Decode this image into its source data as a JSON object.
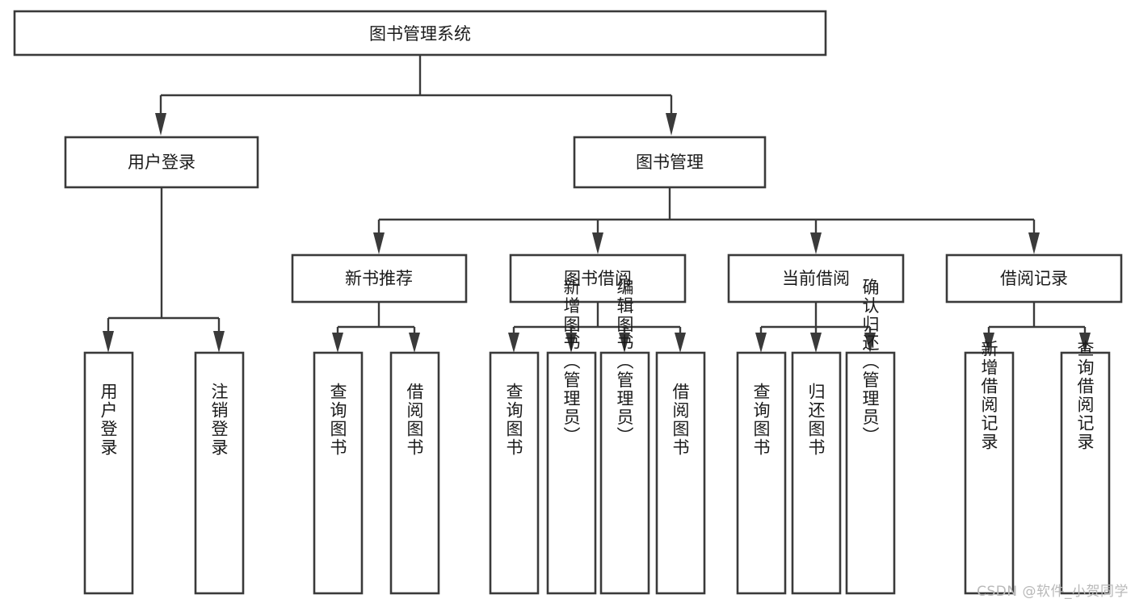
{
  "diagram": {
    "title": "图书管理系统",
    "type": "hierarchy-tree",
    "watermark": "CSDN @软件_小贺同学",
    "colors": {
      "box_stroke": "#3a3a3a",
      "box_fill": "#ffffff",
      "connector": "#3a3a3a",
      "text": "#1b1b1b",
      "background": "#ffffff",
      "watermark": "#b9b9b9"
    },
    "root": {
      "label": "图书管理系统",
      "orientation": "horizontal"
    },
    "level1": [
      {
        "label": "用户登录",
        "orientation": "horizontal"
      },
      {
        "label": "图书管理",
        "orientation": "horizontal"
      }
    ],
    "level2": [
      {
        "label": "新书推荐",
        "orientation": "horizontal",
        "parent": "图书管理"
      },
      {
        "label": "图书借阅",
        "orientation": "horizontal",
        "parent": "图书管理"
      },
      {
        "label": "当前借阅",
        "orientation": "horizontal",
        "parent": "图书管理"
      },
      {
        "label": "借阅记录",
        "orientation": "horizontal",
        "parent": "图书管理"
      }
    ],
    "leaves": {
      "user_login": [
        {
          "label": "用户登录",
          "orientation": "vertical"
        },
        {
          "label": "注销登录",
          "orientation": "vertical"
        }
      ],
      "new_book_recommend": [
        {
          "label": "查询图书",
          "orientation": "vertical"
        },
        {
          "label": "借阅图书",
          "orientation": "vertical"
        }
      ],
      "book_borrow": [
        {
          "label": "查询图书",
          "orientation": "vertical"
        },
        {
          "label": "新增图书（管理员）",
          "orientation": "vertical"
        },
        {
          "label": "编辑图书（管理员）",
          "orientation": "vertical"
        },
        {
          "label": "借阅图书",
          "orientation": "vertical"
        }
      ],
      "current_borrow": [
        {
          "label": "查询图书",
          "orientation": "vertical"
        },
        {
          "label": "归还图书",
          "orientation": "vertical"
        },
        {
          "label": "确认归还（管理员）",
          "orientation": "vertical"
        }
      ],
      "borrow_record": [
        {
          "label": "新增借阅记录",
          "orientation": "vertical"
        },
        {
          "label": "查询借阅记录",
          "orientation": "vertical"
        }
      ]
    }
  }
}
